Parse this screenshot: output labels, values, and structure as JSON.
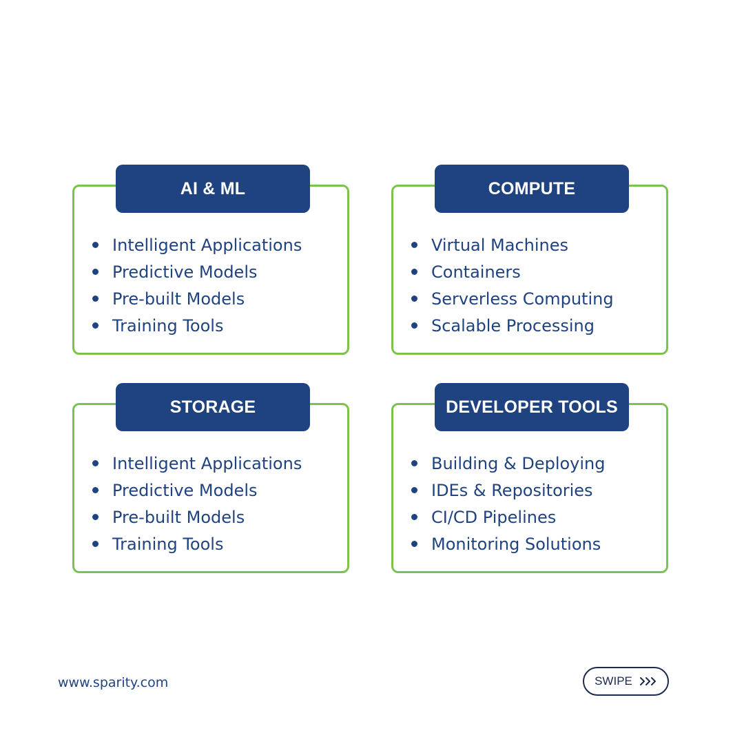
{
  "cards": [
    {
      "title": "AI & ML",
      "items": [
        "Intelligent Applications",
        "Predictive Models",
        "Pre-built Models",
        "Training Tools"
      ]
    },
    {
      "title": "COMPUTE",
      "items": [
        "Virtual Machines",
        "Containers",
        "Serverless Computing",
        "Scalable Processing"
      ]
    },
    {
      "title": "STORAGE",
      "items": [
        "Intelligent Applications",
        "Predictive Models",
        "Pre-built Models",
        "Training Tools"
      ]
    },
    {
      "title": "DEVELOPER TOOLS",
      "items": [
        "Building & Deploying",
        "IDEs & Repositories",
        "CI/CD Pipelines",
        "Monitoring Solutions"
      ]
    }
  ],
  "footer": {
    "url": "www.sparity.com",
    "swipe_label": "SWIPE",
    "swipe_icon": "triple-chevron-right-icon"
  },
  "colors": {
    "navy": "#1f4281",
    "green_border": "#7cc24e",
    "background": "#ffffff"
  }
}
